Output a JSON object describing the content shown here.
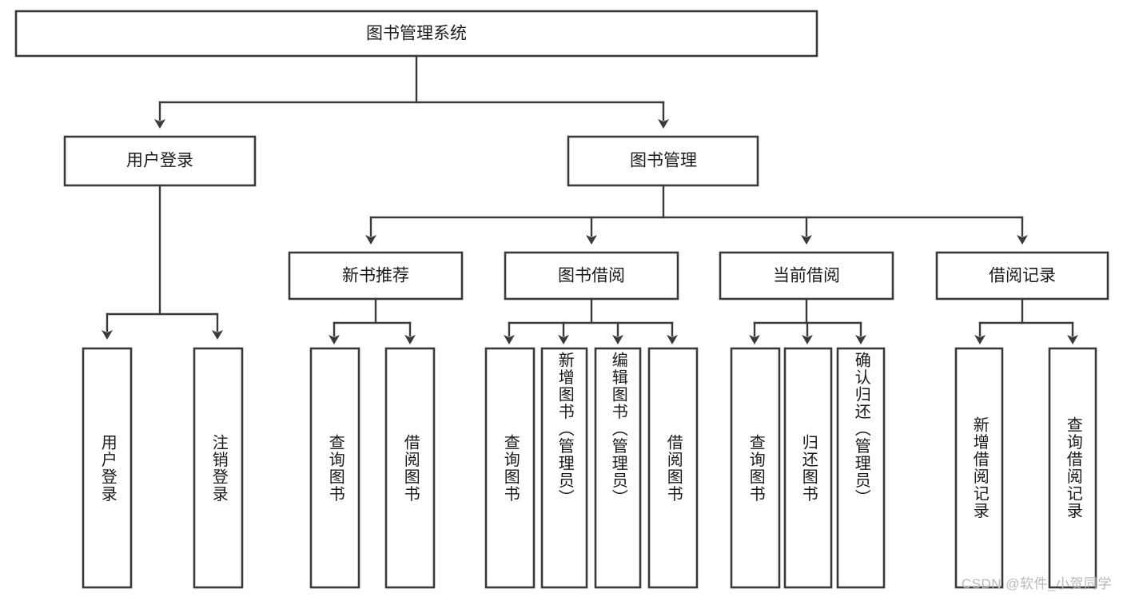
{
  "diagram": {
    "type": "hierarchy-tree",
    "title": "图书管理系统",
    "watermark": "CSDN @软件_小贺同学",
    "root": {
      "id": "root",
      "label": "图书管理系统"
    },
    "level2": [
      {
        "id": "user-login",
        "label": "用户登录"
      },
      {
        "id": "book-management",
        "label": "图书管理"
      }
    ],
    "level3": [
      {
        "id": "new-book-recommend",
        "label": "新书推荐",
        "parent": "book-management"
      },
      {
        "id": "book-borrow",
        "label": "图书借阅",
        "parent": "book-management"
      },
      {
        "id": "current-borrow",
        "label": "当前借阅",
        "parent": "book-management"
      },
      {
        "id": "borrow-record",
        "label": "借阅记录",
        "parent": "book-management"
      }
    ],
    "leaves": {
      "user-login": [
        {
          "id": "leaf-user-login",
          "label": "用户登录"
        },
        {
          "id": "leaf-logout",
          "label": "注销登录"
        }
      ],
      "new-book-recommend": [
        {
          "id": "leaf-query-book-1",
          "label": "查询图书"
        },
        {
          "id": "leaf-borrow-book-1",
          "label": "借阅图书"
        }
      ],
      "book-borrow": [
        {
          "id": "leaf-query-book-2",
          "label": "查询图书"
        },
        {
          "id": "leaf-add-book",
          "label": "新增图书（管理员）"
        },
        {
          "id": "leaf-edit-book",
          "label": "编辑图书（管理员）"
        },
        {
          "id": "leaf-borrow-book-2",
          "label": "借阅图书"
        }
      ],
      "current-borrow": [
        {
          "id": "leaf-query-book-3",
          "label": "查询图书"
        },
        {
          "id": "leaf-return-book",
          "label": "归还图书"
        },
        {
          "id": "leaf-confirm-return",
          "label": "确认归还（管理员）"
        }
      ],
      "borrow-record": [
        {
          "id": "leaf-add-record",
          "label": "新增借阅记录"
        },
        {
          "id": "leaf-query-record",
          "label": "查询借阅记录"
        }
      ]
    },
    "colors": {
      "stroke": "#3a3a3a",
      "fill": "#ffffff",
      "text": "#1a1a1a",
      "watermark": "#b9b9b9"
    }
  }
}
